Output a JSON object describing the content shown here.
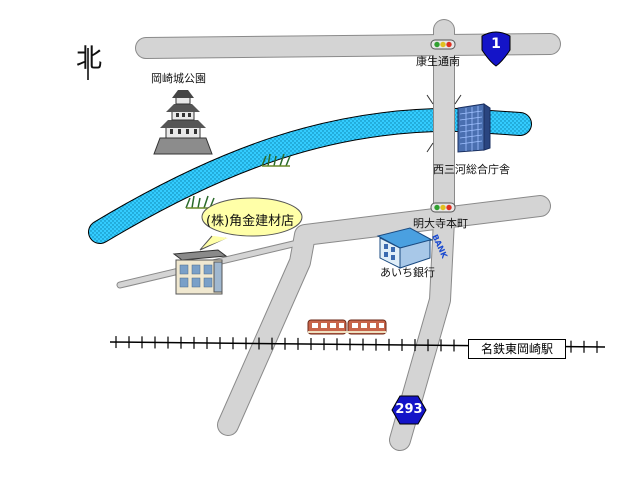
{
  "labels": {
    "north": "北",
    "castle_park": "岡崎城公園",
    "kosei_dori": "康生通南",
    "office": "西三河総合庁舎",
    "myodaiji": "明大寺本町",
    "bank": "あいち銀行",
    "bank_sign": "BANK",
    "shop": "(株)角金建材店",
    "station": "名鉄東岡崎駅"
  },
  "routes": {
    "r1": "1",
    "r293": "293"
  },
  "colors": {
    "road_fill": "#d4d4d4",
    "road_stroke": "#8a8a8a",
    "river_fill": "#33ccff",
    "callout_fill": "#ffffa8",
    "shield_blue": "#1414c8"
  }
}
